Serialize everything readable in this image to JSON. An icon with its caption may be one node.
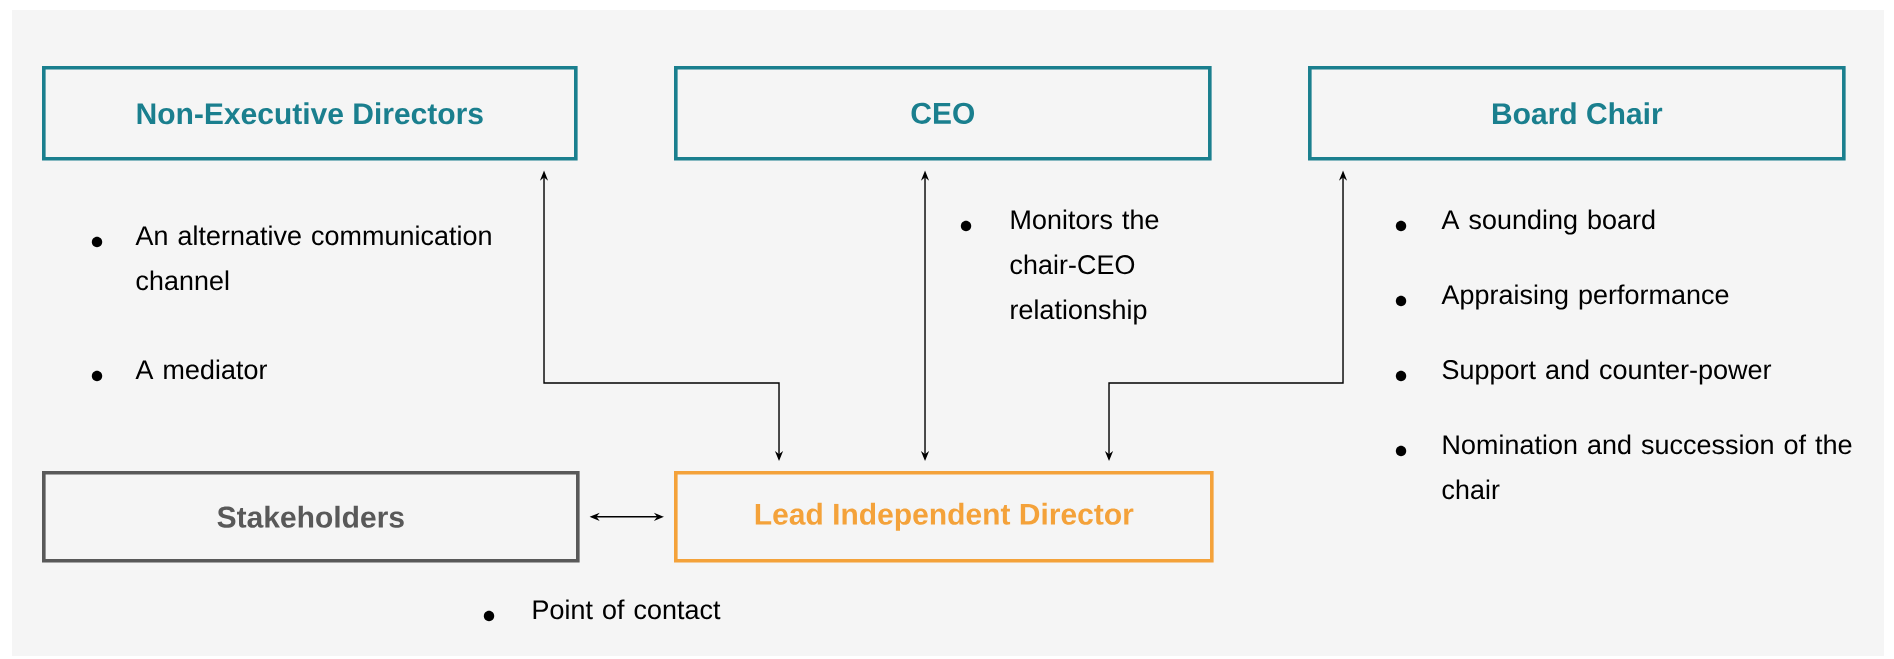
{
  "diagram": {
    "nodes": [
      {
        "text": [
          "Non-Executive Directors"
        ]
      },
      {
        "text": [
          "CEO"
        ]
      },
      {
        "text": [
          "Board Chair"
        ]
      },
      {
        "text": [
          "Stakeholders"
        ]
      },
      {
        "text": [
          "Lead Independent Director"
        ]
      }
    ],
    "edges": [
      {
        "from": 0,
        "to": 4,
        "arrow": "both"
      },
      {
        "from": 1,
        "to": 4,
        "arrow": "both"
      },
      {
        "from": 2,
        "to": 4,
        "arrow": "both"
      },
      {
        "from": 3,
        "to": 4,
        "arrow": "both"
      }
    ],
    "labels": [
      "An alternative communication channel",
      "Monitors the chair-CEO relationship",
      "A sounding board",
      "Appraising performance",
      "A mediator",
      "Support and counter-power",
      "Nomination and succession of the chair",
      "Point of contact"
    ]
  }
}
